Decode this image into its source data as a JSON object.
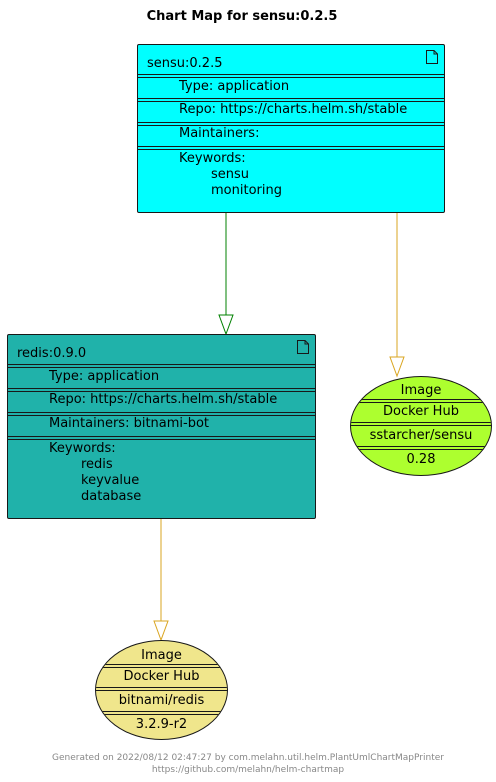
{
  "title": "Chart Map for sensu:0.2.5",
  "nodes": {
    "sensu": {
      "name": "sensu:0.2.5",
      "type": "Type: application",
      "repo": "Repo: https://charts.helm.sh/stable",
      "maintainers": "Maintainers:",
      "keywords_label": "Keywords:",
      "keywords": [
        "sensu",
        "monitoring"
      ],
      "color": "#00ffff"
    },
    "redis": {
      "name": "redis:0.9.0",
      "type": "Type: application",
      "repo": "Repo: https://charts.helm.sh/stable",
      "maintainers": "Maintainers: bitnami-bot",
      "keywords_label": "Keywords:",
      "keywords": [
        "redis",
        "keyvalue",
        "database"
      ],
      "color": "#20b2aa"
    }
  },
  "images": {
    "sensu": {
      "label": "Image",
      "registry": "Docker Hub",
      "repository": "sstarcher/sensu",
      "tag": "0.28",
      "color": "#adff2f"
    },
    "redis": {
      "label": "Image",
      "registry": "Docker Hub",
      "repository": "bitnami/redis",
      "tag": "3.2.9-r2",
      "color": "#f0e68c"
    }
  },
  "edge_colors": {
    "dependency": "#008000",
    "image": "#daa520"
  },
  "footer": {
    "line1": "Generated on 2022/08/12 02:47:27 by com.melahn.util.helm.PlantUmlChartMapPrinter",
    "line2": "https://github.com/melahn/helm-chartmap"
  }
}
